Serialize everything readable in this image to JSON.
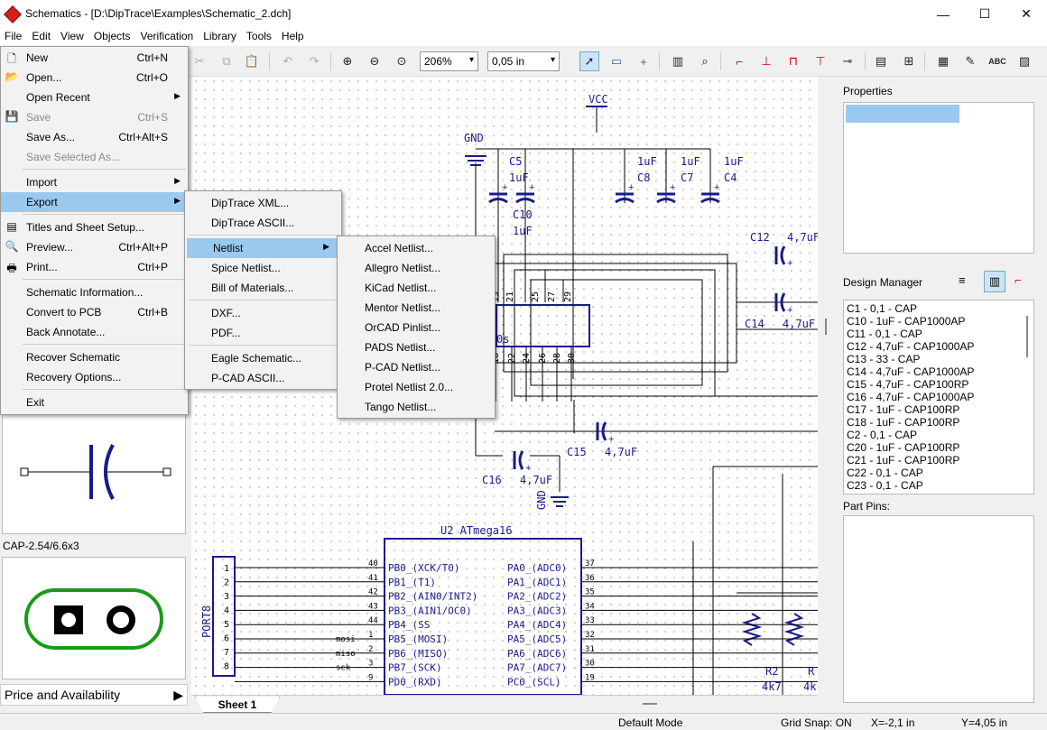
{
  "window": {
    "title": "Schematics - [D:\\DipTrace\\Examples\\Schematic_2.dch]",
    "min": "—",
    "max": "☐",
    "close": "✕"
  },
  "menubar": [
    "File",
    "Edit",
    "View",
    "Objects",
    "Verification",
    "Library",
    "Tools",
    "Help"
  ],
  "toolbar": {
    "zoom": "206%",
    "grid": "0,05 in",
    "text_tool": "ABC"
  },
  "file_menu": [
    {
      "label": "New",
      "shortcut": "Ctrl+N",
      "icon": "new-file-icon"
    },
    {
      "label": "Open...",
      "shortcut": "Ctrl+O",
      "icon": "open-folder-icon"
    },
    {
      "label": "Open Recent",
      "shortcut": "",
      "sub": true
    },
    {
      "label": "Save",
      "shortcut": "Ctrl+S",
      "disabled": true,
      "icon": "save-icon"
    },
    {
      "label": "Save As...",
      "shortcut": "Ctrl+Alt+S"
    },
    {
      "label": "Save Selected As...",
      "shortcut": "",
      "disabled": true
    },
    {
      "sep": true
    },
    {
      "label": "Import",
      "shortcut": "",
      "sub": true
    },
    {
      "label": "Export",
      "shortcut": "",
      "sub": true,
      "highlight": true
    },
    {
      "sep": true
    },
    {
      "label": "Titles and Sheet Setup...",
      "shortcut": "",
      "icon": "titles-icon"
    },
    {
      "label": "Preview...",
      "shortcut": "Ctrl+Alt+P",
      "icon": "preview-icon"
    },
    {
      "label": "Print...",
      "shortcut": "Ctrl+P",
      "icon": "print-icon"
    },
    {
      "sep": true
    },
    {
      "label": "Schematic Information...",
      "shortcut": ""
    },
    {
      "label": "Convert to PCB",
      "shortcut": "Ctrl+B"
    },
    {
      "label": "Back Annotate...",
      "shortcut": ""
    },
    {
      "sep": true
    },
    {
      "label": "Recover Schematic",
      "shortcut": ""
    },
    {
      "label": "Recovery Options...",
      "shortcut": ""
    },
    {
      "sep": true
    },
    {
      "label": "Exit",
      "shortcut": ""
    }
  ],
  "export_menu": [
    {
      "label": "DipTrace XML..."
    },
    {
      "label": "DipTrace ASCII..."
    },
    {
      "sep": true
    },
    {
      "label": "Netlist",
      "sub": true,
      "highlight": true
    },
    {
      "label": "Spice Netlist..."
    },
    {
      "label": "Bill of Materials..."
    },
    {
      "sep": true
    },
    {
      "label": "DXF..."
    },
    {
      "label": "PDF..."
    },
    {
      "sep": true
    },
    {
      "label": "Eagle Schematic..."
    },
    {
      "label": "P-CAD ASCII..."
    }
  ],
  "netlist_menu": [
    "Accel Netlist...",
    "Allegro Netlist...",
    "KiCad Netlist...",
    "Mentor Netlist...",
    "OrCAD Pinlist...",
    "PADS Netlist...",
    "P-CAD Netlist...",
    "Protel Netlist 2.0...",
    "Tango Netlist..."
  ],
  "left_panel": {
    "pattern_name": "CAP-2.54/6.6x3",
    "price_label": "Price and Availability"
  },
  "schematic": {
    "vcc": "VCC",
    "gnd": "GND",
    "caps_top": [
      {
        "ref": "C5",
        "val": "1uF"
      },
      {
        "ref": "C10",
        "val": "1uF"
      },
      {
        "ref": "C8",
        "val": "1uF"
      },
      {
        "ref": "C7",
        "val": "1uF"
      },
      {
        "ref": "C4",
        "val": "1uF"
      }
    ],
    "c12": "C12",
    "c12v": "4,7uF",
    "c14": "C14",
    "c14v": "4,7uF",
    "c15": "C15",
    "c15v": "4,7uF",
    "c16": "C16",
    "c16v": "4,7uF",
    "chip_pins_top": [
      "19",
      "21",
      "25",
      "27",
      "29"
    ],
    "chip_pins_bot": [
      "18",
      "22",
      "24",
      "26",
      "28",
      "30"
    ],
    "chip_suffix": "0s",
    "u2": "U2  ATmega16",
    "port_label": "PORT8",
    "u2_left": [
      "PB0_(XCK/T0)",
      "PB1_(T1)",
      "PB2_(AIN0/INT2)",
      "PB3_(AIN1/OC0)",
      "PB4_(SS",
      "PB5_(MOSI)",
      "PB6_(MISO)",
      "PB7_(SCK)",
      "PD0_(RXD)"
    ],
    "u2_left_nums": [
      "40",
      "41",
      "42",
      "43",
      "44",
      "1",
      "2",
      "3",
      "9"
    ],
    "u2_right": [
      "PA0_(ADC0)",
      "PA1_(ADC1)",
      "PA2_(ADC2)",
      "PA3_(ADC3)",
      "PA4_(ADC4)",
      "PA5_(ADC5)",
      "PA6_(ADC6)",
      "PA7_(ADC7)",
      "PC0_(SCL)"
    ],
    "u2_right_nums": [
      "37",
      "36",
      "35",
      "34",
      "33",
      "32",
      "31",
      "30",
      "19"
    ],
    "conn_nums": [
      "1",
      "2",
      "3",
      "4",
      "5",
      "6",
      "7",
      "8"
    ],
    "nets": [
      "mosi",
      "miso",
      "sck"
    ],
    "r2": "R2",
    "r2v": "4k7",
    "r3": "R",
    "r3v": "4k"
  },
  "sheet_tab": "Sheet 1",
  "right_panel": {
    "properties": "Properties",
    "design_manager": "Design Manager",
    "part_pins": "Part Pins:",
    "components": [
      "C1 - 0,1 - CAP",
      "C10 - 1uF - CAP1000AP",
      "C11 - 0,1 - CAP",
      "C12 - 4,7uF - CAP1000AP",
      "C13 - 33 - CAP",
      "C14 - 4,7uF - CAP1000AP",
      "C15 - 4,7uF - CAP100RP",
      "C16 - 4,7uF - CAP1000AP",
      "C17 - 1uF - CAP100RP",
      "C18 - 1uF - CAP100RP",
      "C2 - 0,1 - CAP",
      "C20 - 1uF - CAP100RP",
      "C21 - 1uF - CAP100RP",
      "C22 - 0,1 - CAP",
      "C23 - 0,1 - CAP"
    ]
  },
  "status": {
    "mode": "Default Mode",
    "snap": "Grid Snap: ON",
    "x": "X=-2,1 in",
    "y": "Y=4,05 in"
  }
}
